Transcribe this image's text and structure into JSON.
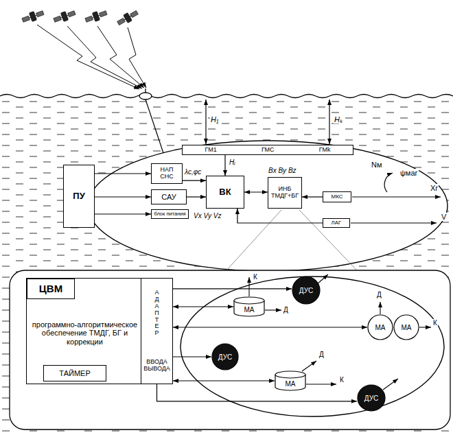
{
  "diagram": {
    "nodes": [
      {
        "text": [
          "ГМ1",
          "ГМС",
          "ГМk"
        ]
      },
      {
        "text": [
          "ПУ"
        ]
      },
      {
        "text": [
          "НАП СНС"
        ]
      },
      {
        "text": [
          "САУ"
        ]
      },
      {
        "text": [
          "блок питания"
        ]
      },
      {
        "text": [
          "ВК"
        ]
      },
      {
        "text": [
          "ИНБ ТМДГ+БГ"
        ]
      },
      {
        "text": [
          "МКС"
        ]
      },
      {
        "text": [
          "ЛАГ"
        ]
      },
      {
        "text": [
          "программно-алгоритмическое обеспечение ТМДГ, БГ и коррекции"
        ]
      },
      {
        "text": [
          "ЦВМ"
        ],
        "in": 9
      },
      {
        "text": [
          "ТАЙМЕР"
        ],
        "in": 9
      },
      {
        "text": [
          "АДАПТЕР",
          "ВВОДА ВЫВОДА"
        ]
      },
      {
        "text": [
          "МА"
        ]
      },
      {
        "text": [
          "ДУС"
        ]
      },
      {
        "text": [
          "МА"
        ]
      },
      {
        "text": [
          "МА"
        ]
      },
      {
        "text": [
          "ДУС"
        ]
      },
      {
        "text": [
          "МА"
        ]
      },
      {
        "text": [
          "ДУС"
        ]
      }
    ],
    "edges": [
      {
        "from": 1,
        "to": 2,
        "arrow": "to"
      },
      {
        "from": 1,
        "to": 3,
        "arrow": "to"
      },
      {
        "from": 1,
        "to": 4,
        "arrow": "to"
      },
      {
        "from": 2,
        "to": 5,
        "arrow": "to",
        "label": "λс,φс"
      },
      {
        "from": 3,
        "to": 5,
        "arrow": "to"
      },
      {
        "from": 5,
        "to": 6,
        "arrow": "both"
      },
      {
        "from": 0,
        "to": 5,
        "arrow": "to",
        "label": "Hᵢ"
      },
      {
        "from": 7,
        "to": 6,
        "arrow": "to",
        "label": "Bx By Bz"
      },
      {
        "from": 8,
        "to": 5,
        "arrow": "to",
        "label": "Vx Vy Vz"
      },
      {
        "from": 12,
        "to": 13,
        "arrow": "both"
      },
      {
        "from": 12,
        "to": 14,
        "arrow": "to"
      },
      {
        "from": 12,
        "to": 15,
        "arrow": "both"
      },
      {
        "from": 12,
        "to": 17,
        "arrow": "to"
      },
      {
        "from": 12,
        "to": 18,
        "arrow": "both"
      },
      {
        "from": 12,
        "to": 19,
        "arrow": "to"
      }
    ],
    "labels": [
      "H₁",
      "Hₖ",
      "Nм",
      "ψмаг",
      "Xг",
      "V",
      "К",
      "Д",
      "Д",
      "К",
      "Д",
      "К"
    ]
  }
}
